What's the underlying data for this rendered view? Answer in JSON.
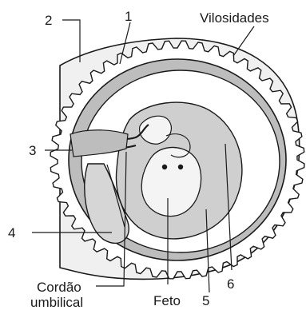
{
  "diagram": {
    "labels": {
      "n1": "1",
      "n2": "2",
      "n3": "3",
      "n4": "4",
      "n5": "5",
      "n6": "6",
      "vilosidades": "Vilosidades",
      "cordao_line1": "Cordão",
      "cordao_line2": "umbilical",
      "feto": "Feto"
    },
    "colors": {
      "background": "#ffffff",
      "ink": "#1a1a1a",
      "outer_tissue": "#f0f0f0",
      "chorion_band": "#bdbdbd",
      "cavity": "#ffffff",
      "amnion_fill": "#cfcfcf",
      "fetus_fill": "#f4f4f4",
      "yolk_sac": "#d6d6d6"
    }
  }
}
